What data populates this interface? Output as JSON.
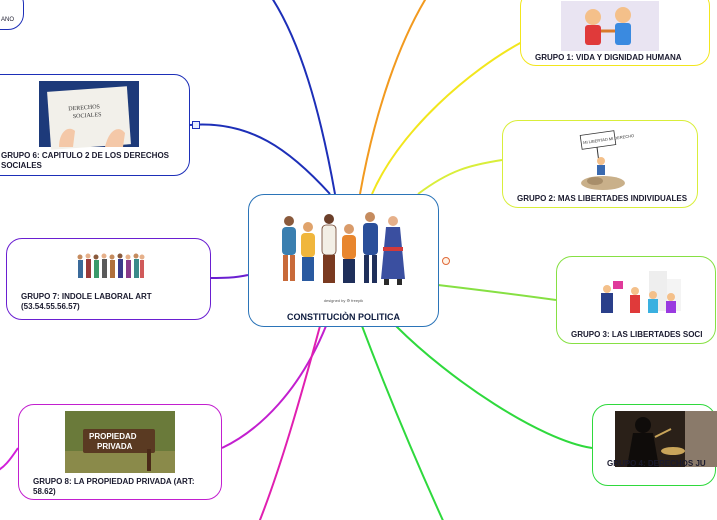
{
  "center": {
    "title": "CONSTITUCIÒN POLITICA",
    "caption": "designed by ⚙ freepik"
  },
  "nodes": [
    {
      "id": "g1",
      "title": "GRUPO 1: VIDA Y DIGNIDAD HUMANA",
      "color": "#f2e61d"
    },
    {
      "id": "g2",
      "title": "GRUPO 2: MAS LIBERTADES INDIVIDUALES",
      "color": "#d9ee3a",
      "image_text": "MI LIBERTAD MI DERECHO"
    },
    {
      "id": "g3",
      "title": "GRUPO 3: LAS LIBERTADES SOCI",
      "color": "#86e043"
    },
    {
      "id": "g4",
      "title": "GRUPO 4: DERECHOS JU",
      "color": "#2fd93d"
    },
    {
      "id": "g6",
      "title": "GRUPO 6: CAPITULO 2 DE LOS DERECHOS SOCIALES",
      "color": "#1d2fb8",
      "image_text": "DERECHOS SOCIALES"
    },
    {
      "id": "g7",
      "title": "GRUPO 7: INDOLE LABORAL ART (53.54.55.56.57)",
      "color": "#6a1fd1"
    },
    {
      "id": "g8",
      "title": "GRUPO 8: LA PROPIEDAD PRIVADA (ART: 58.62)",
      "color": "#c21fcf",
      "image_text": "PROPIEDAD PRIVADA"
    }
  ],
  "partial_top_left": "ANO",
  "colors": {
    "center_border": "#2b74b8",
    "branch_orange": "#f29a1f",
    "branch_pink": "#e01fb0",
    "branch_magenta": "#d11fd9",
    "branch_teal": "#27c28c"
  }
}
